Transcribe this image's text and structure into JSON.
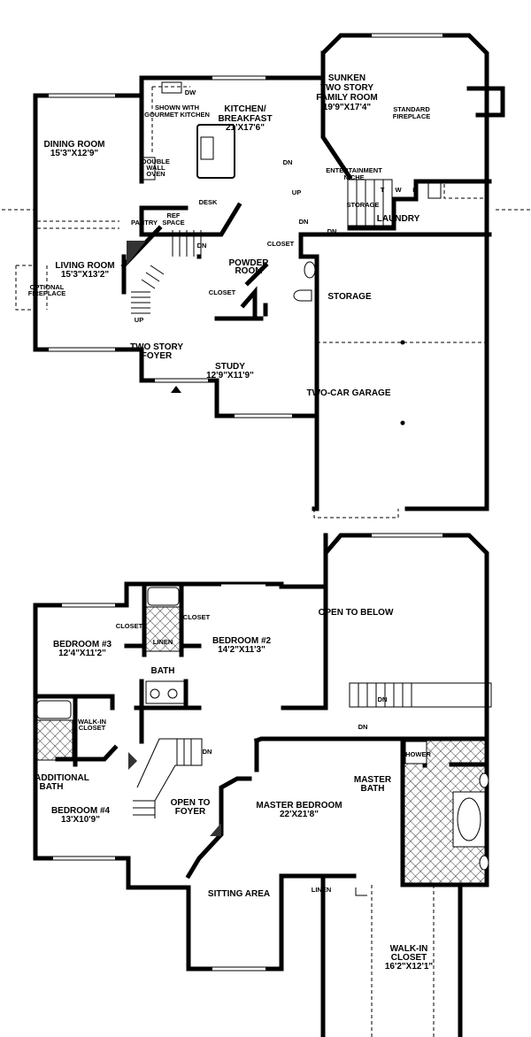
{
  "first_floor": {
    "family_room": [
      "SUNKEN",
      "TWO STORY",
      "FAMILY ROOM",
      "19'9\"X17'4\""
    ],
    "fireplace": [
      "STANDARD",
      "FIREPLACE"
    ],
    "gourmet": [
      "SHOWN WITH",
      "GOURMET KITCHEN"
    ],
    "dw": "DW",
    "kitchen": [
      "KITCHEN/",
      "BREAKFAST",
      "21'X17'6\""
    ],
    "dining": [
      "DINING ROOM",
      "15'3\"X12'9\""
    ],
    "oven": [
      "DOUBLE",
      "WALL",
      "OVEN"
    ],
    "niche": [
      "ENTERTAINMENT",
      "NICHE"
    ],
    "desk": "DESK",
    "pantry": "PANTRY",
    "ref": [
      "REF",
      "SPACE"
    ],
    "storage_small": "STORAGE",
    "laundry": "LAUNDRY",
    "twd": [
      "T",
      "W",
      "D"
    ],
    "dn": "DN",
    "up": "UP",
    "closet": "CLOSET",
    "powder": [
      "POWDER",
      "ROOM"
    ],
    "living": [
      "LIVING ROOM",
      "15'3\"X13'2\""
    ],
    "opt_fireplace": [
      "OPTIONAL",
      "FIREPLACE"
    ],
    "storage": "STORAGE",
    "foyer": [
      "TWO STORY",
      "FOYER"
    ],
    "study": [
      "STUDY",
      "12'9\"X11'9\""
    ],
    "garage": "TWO-CAR GARAGE"
  },
  "second_floor": {
    "open_below": "OPEN TO BELOW",
    "closet": "CLOSET",
    "linen": "LINEN",
    "bedroom3": [
      "BEDROOM #3",
      "12'4\"X11'2\""
    ],
    "bedroom2": [
      "BEDROOM #2",
      "14'2\"X11'3\""
    ],
    "bath": "BATH",
    "dn": "DN",
    "walkin": [
      "WALK-IN",
      "CLOSET"
    ],
    "shower": "SHOWER",
    "add_bath": [
      "ADDITIONAL",
      "BATH"
    ],
    "master_bath": [
      "MASTER",
      "BATH"
    ],
    "open_foyer": [
      "OPEN TO",
      "FOYER"
    ],
    "bedroom4": [
      "BEDROOM #4",
      "13'X10'9\""
    ],
    "master": [
      "MASTER BEDROOM",
      "22'X21'8\""
    ],
    "sitting": "SITTING AREA",
    "walkin_master": [
      "WALK-IN",
      "CLOSET",
      "16'2\"X12'1\""
    ]
  }
}
